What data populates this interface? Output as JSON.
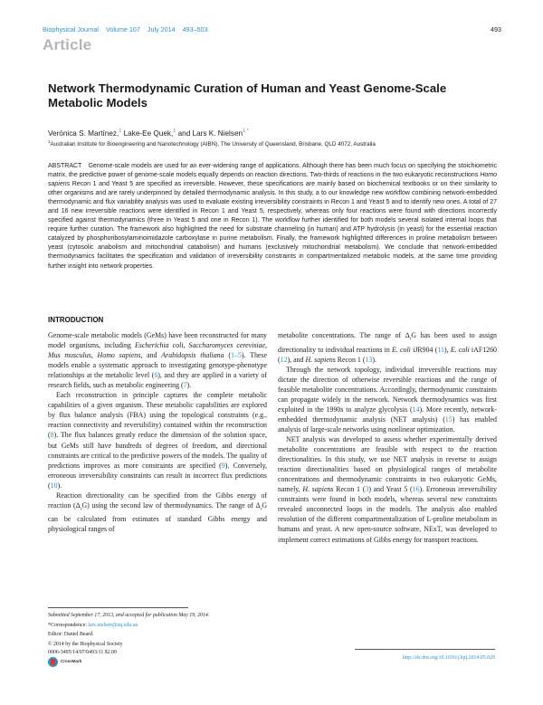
{
  "header": {
    "journal": "Biophysical Journal",
    "volume": "Volume 107",
    "date": "July 2014",
    "pages": "493–503",
    "page_number": "493",
    "article_type": "Article"
  },
  "title": "Network Thermodynamic Curation of Human and Yeast Genome-Scale Metabolic Models",
  "authors": [
    {
      "name": "Verónica S. Martínez,",
      "sup": "1"
    },
    {
      "name": "Lake-Ee Quek,",
      "sup": "1"
    },
    {
      "name": "and Lars K. Nielsen",
      "sup": "1,*"
    }
  ],
  "affiliation": {
    "sup": "1",
    "text": "Australian Institute for Bioengineering and Nanotechnology (AIBN), The University of Queensland, Brisbane, QLD 4072, Australia"
  },
  "abstract": {
    "label": "ABSTRACT",
    "part1": "Genome-scale models are used for an ever-widening range of applications. Although there has been much focus on specifying the stoichiometric matrix, the predictive power of genome-scale models equally depends on reaction directions. Two-thirds of reactions in the two eukaryotic reconstructions ",
    "italic1": "Homo sapiens",
    "part2": " Recon 1 and Yeast 5 are specified as irreversible. However, these specifications are mainly based on biochemical textbooks or on their similarity to other organisms and are rarely underpinned by detailed thermodynamic analysis. In this study, a to our knowledge new workflow combining network-embedded thermodynamic and flux variability analysis was used to evaluate existing irreversibility constraints in Recon 1 and Yeast 5 and to identify new ones. A total of 27 and 16 new irreversible reactions were identified in Recon 1 and Yeast 5, respectively, whereas only four reactions were found with directions incorrectly specified against thermodynamics (three in Yeast 5 and one in Recon 1). The workflow further identified for both models several isolated internal loops that require further curation. The framework also highlighted the need for substrate channeling (in human) and ATP hydrolysis (in yeast) for the essential reaction catalyzed by phosphoribosylaminoimidazole carboxylase in purine metabolism. Finally, the framework highlighted differences in proline metabolism between yeast (cytosolic anabolism and mitochondrial catabolism) and humans (exclusively mitochondrial metabolism). We conclude that network-embedded thermodynamics facilitates the specification and validation of irreversibility constraints in compartmentalized metabolic models, at the same time providing further insight into network properties."
  },
  "introduction": {
    "heading": "INTRODUCTION",
    "left_column": {
      "p1": {
        "t1": "Genome-scale metabolic models (GeMs) have been reconstructed for many model organisms, including ",
        "i1": "Escherichia coli, Saccharomyces cerevisiae, Mus musculus, Homo sapiens,",
        "t2": " and ",
        "i2": "Arabidopsis thaliana",
        "t3": " (",
        "r1": "1–5",
        "t4": "). These models enable a systematic approach to investigating genotype-phenotype relationships at the metabolic level (",
        "r2": "6",
        "t5": "), and they are applied in a variety of research fields, such as metabolic engineering (",
        "r3": "7",
        "t6": ")."
      },
      "p2": {
        "t1": "Each reconstruction in principle captures the complete metabolic capabilities of a given organism. These metabolic capabilities are explored by flux balance analysis (FBA) using the topological constraints (e.g., reaction connectivity and reversibility) contained within the reconstruction (",
        "r1": "8",
        "t2": "). The flux balances greatly reduce the dimension of the solution space, but GeMs still have hundreds of degrees of freedom, and directional constraints are critical to the predictive powers of the models. The quality of predictions improves as more constraints are specified (",
        "r2": "9",
        "t3": "). Conversely, erroneous irreversibility constraints can result in incorrect flux predictions (",
        "r3": "10",
        "t4": ")."
      },
      "p3": {
        "t1": "Reaction directionality can be specified from the Gibbs energy of reaction (Δ",
        "sub1": "r",
        "t2": "G) using the second law of thermodynamics. The range of Δ",
        "sub2": "r",
        "t3": "G can be calculated from estimates of standard Gibbs energy and physiological ranges of"
      }
    },
    "right_column": {
      "p1": {
        "t1": "metabolite concentrations. The range of Δ",
        "sub1": "r",
        "t2": "G has been used to assign directionality to individual reactions in ",
        "i1": "E. coli",
        "t3": " iJR904 (",
        "r1": "11",
        "t4": "), ",
        "i2": "E. coli",
        "t5": " iAF1260 (",
        "r2": "12",
        "t6": "), and ",
        "i3": "H. sapiens",
        "t7": " Recon 1 (",
        "r3": "13",
        "t8": ")."
      },
      "p2": {
        "t1": "Through the network topology, individual irreversible reactions may dictate the direction of otherwise reversible reactions and the range of feasible metabolite concentrations. Accordingly, thermodynamic constraints can propagate widely in the network. Network thermodynamics was first exploited in the 1990s to analyze glycolysis (",
        "r1": "14",
        "t2": "). More recently, network-embedded thermodynamic analysis (NET analysis) (",
        "r2": "15",
        "t3": ") has enabled analysis of large-scale networks using nonlinear optimization."
      },
      "p3": {
        "t1": "NET analysis was developed to assess whether experimentally derived metabolite concentrations are feasible with respect to the reaction directionalities. In this study, we use NET analysis in reverse to assign reaction directionalities based on physiological ranges of metabolite concentrations and thermodynamic constraints in two eukaryotic GeMs, namely, ",
        "i1": "H. sapiens",
        "t2": " Recon 1 (",
        "r1": "3",
        "t3": ") and Yeast 5 (",
        "r2": "16",
        "t4": "). Erroneous irreversibility constraints were found in both models, whereas several new constraints revealed unconnected loops in the models. The analysis also enabled resolution of the different compartmentalization of L-proline metabolism in humans and yeast. A new open-source software, NExT, was developed to implement correct estimations of Gibbs energy for transport reactions."
      }
    }
  },
  "footnotes": {
    "submitted": "Submitted September 17, 2013, and accepted for publication May 19, 2014.",
    "correspondence_label": "*Correspondence: ",
    "correspondence_email": "lars.nielsen@uq.edu.au",
    "editor": "Editor: Daniel Beard.",
    "copyright": "© 2014 by the Biophysical Society",
    "issn": "0006-3495/14/07/0493/11   $2.00",
    "crossmark_label": "CrossMark"
  },
  "doi": "http://dx.doi.org/10.1016/j.bpj.2014.05.029"
}
